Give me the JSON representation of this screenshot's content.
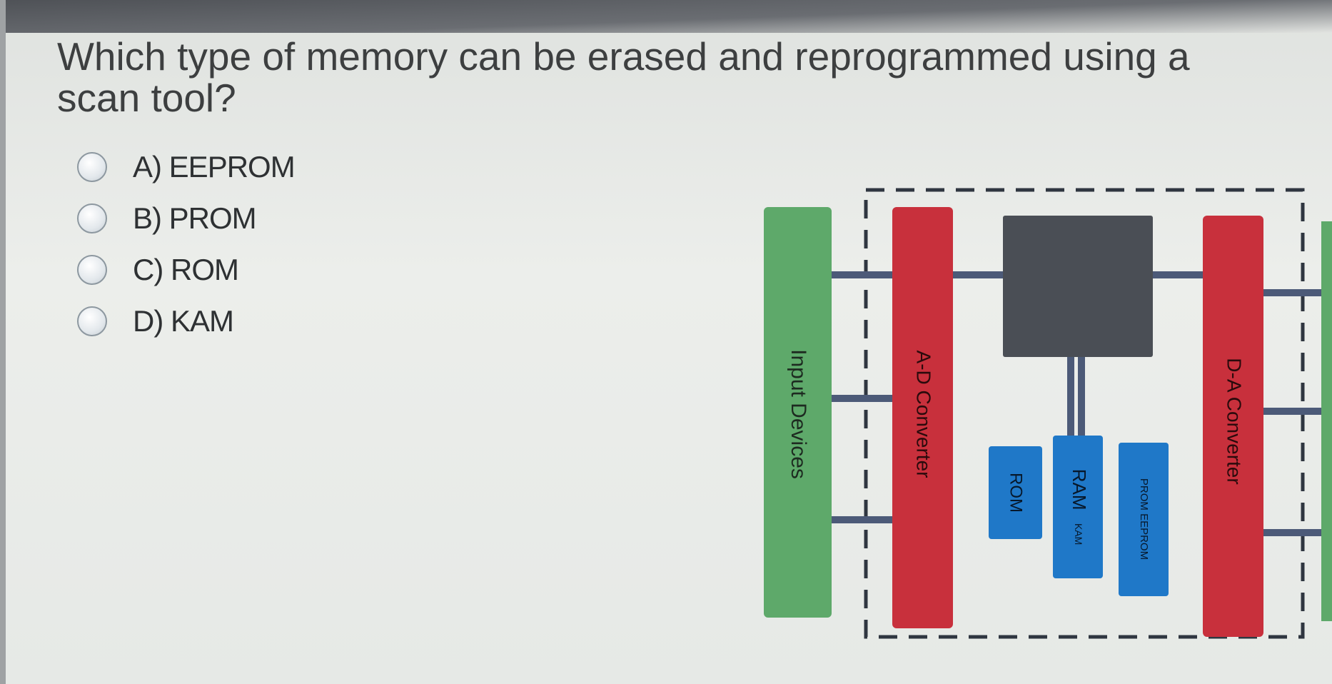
{
  "question": {
    "text": "Which type of memory can be erased and reprogrammed using a scan tool?"
  },
  "options": [
    {
      "label": "A) EEPROM"
    },
    {
      "label": "B) PROM"
    },
    {
      "label": "C) ROM"
    },
    {
      "label": "D) KAM"
    }
  ],
  "diagram": {
    "input_label": "Input Devices",
    "ad_label": "A-D Converter",
    "rom_label": "ROM",
    "ram_label": "RAM",
    "ram_sub": "KAM",
    "prom_label": "PROM EEPROM",
    "da_label": "D-A Converter"
  },
  "colors": {
    "input_block": "#5ea96a",
    "converter_block": "#c8303c",
    "processor_block": "#4a4e55",
    "memory_block": "#1f78c8",
    "bus_line": "#4c5a78"
  }
}
